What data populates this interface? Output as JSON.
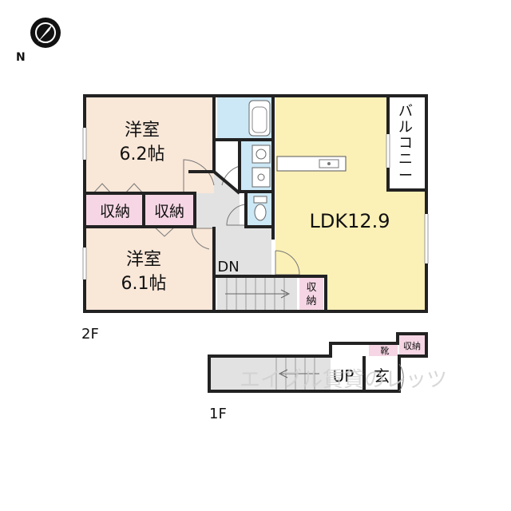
{
  "compass": {
    "north_label": "N"
  },
  "floors": {
    "second": {
      "label": "2F",
      "rooms": {
        "western_room_a": {
          "name": "洋室",
          "size": "6.2帖"
        },
        "western_room_b": {
          "name": "洋室",
          "size": "6.1帖"
        },
        "ldk": {
          "name": "LDK12.9"
        },
        "storage_a": {
          "name": "収納"
        },
        "storage_b": {
          "name": "収納"
        },
        "storage_stair": {
          "line1": "収",
          "line2": "納"
        },
        "balcony": {
          "line1": "バ",
          "line2": "ル",
          "line3": "コ",
          "line4": "ニ",
          "line5": "ー"
        },
        "stairs": {
          "name": "DN"
        }
      }
    },
    "first": {
      "label": "1F",
      "rooms": {
        "stairs": {
          "name": "UP"
        },
        "entrance": {
          "name": "玄"
        },
        "shoe_storage": {
          "name": "靴"
        },
        "storage": {
          "name": "収納"
        }
      }
    }
  },
  "watermark": {
    "text": "エイブル賃貸のレッツ"
  },
  "colors": {
    "western_room": "#f9e7d8",
    "ldk": "#fbf0b6",
    "storage": "#f6d6e4",
    "wet_area": "#cce8f6",
    "hall": "#e2e2e2",
    "wall": "#222222"
  }
}
